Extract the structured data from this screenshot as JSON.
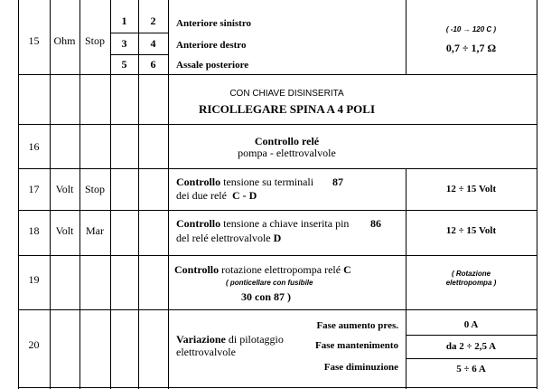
{
  "rows": {
    "r15": {
      "num": "15",
      "unit": "Ohm",
      "cond": "Stop",
      "pins": [
        [
          "1",
          "2"
        ],
        [
          "3",
          "4"
        ],
        [
          "5",
          "6"
        ]
      ],
      "labels": [
        "Anteriore sinistro",
        "Anteriore destro",
        "Assale posteriore"
      ],
      "range": "( -10 → 120  C )",
      "value": "0,7  ÷  1,7 Ω"
    },
    "note": {
      "line1": "CON CHIAVE DISINSERITA",
      "line2": "RICOLLEGARE SPINA A 4 POLI"
    },
    "r16": {
      "num": "16",
      "title": "Controllo relé",
      "subtitle": "pompa - elettrovalvole"
    },
    "r17": {
      "num": "17",
      "unit": "Volt",
      "cond": "Stop",
      "desc_bold": "Controllo",
      "desc_rest": " tensione su terminali",
      "desc_term": "87",
      "desc_line2": "dei due relé",
      "desc_line2_bold": "C - D",
      "value": "12  ÷  15  Volt"
    },
    "r18": {
      "num": "18",
      "unit": "Volt",
      "cond": "Mar",
      "desc_bold": "Controllo",
      "desc_rest": " tensione a chiave inserita pin",
      "desc_term": "86",
      "desc_line2": "del relé elettrovalvole",
      "desc_line2_bold": "D",
      "value": "12  ÷  15  Volt"
    },
    "r19": {
      "num": "19",
      "desc_bold": "Controllo",
      "desc_rest": " rotazione elettropompa relé",
      "desc_relay": "C",
      "desc_note": "( ponticellare con fusibile",
      "desc_pins": "30 con  87 )",
      "value_line1": "( Rotazione",
      "value_line2": "elettropompa )"
    },
    "r20": {
      "num": "20",
      "desc_bold": "Variazione",
      "desc_rest": " di pilotaggio",
      "desc_line2": "elettrovalvole",
      "phases": [
        {
          "label": "Fase aumento pres.",
          "value": "0 A"
        },
        {
          "label": "Fase mantenimento",
          "value": "da 2  ÷  2,5  A"
        },
        {
          "label": "Fase diminuzione",
          "value": "5  ÷  6  A"
        }
      ]
    }
  }
}
